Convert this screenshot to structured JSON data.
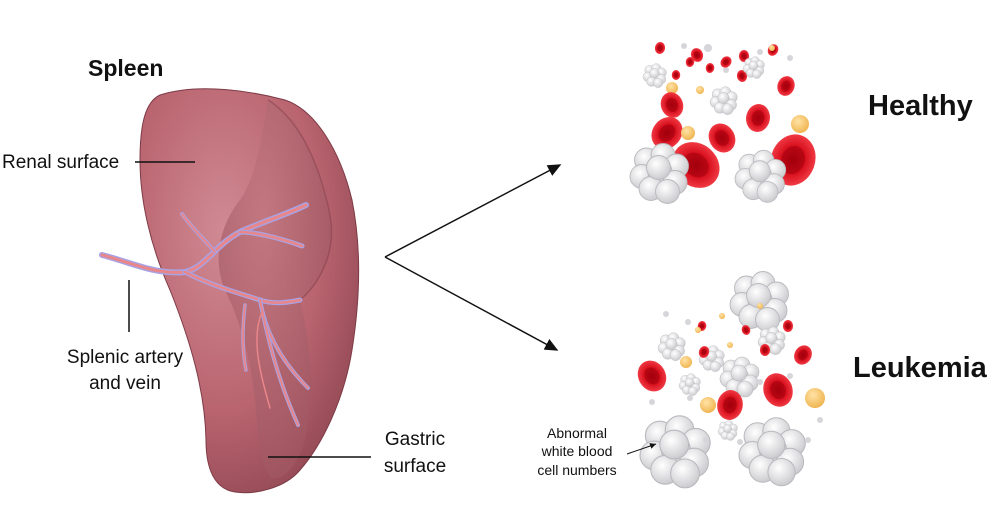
{
  "title": "Spleen",
  "labels": {
    "renal_surface": "Renal surface",
    "splenic_line1": "Splenic artery",
    "splenic_line2": "and vein",
    "gastric_line1": "Gastric",
    "gastric_line2": "surface"
  },
  "conditions": {
    "healthy": "Healthy",
    "leukemia": "Leukemia"
  },
  "annotation": {
    "line1": "Abnormal",
    "line2": "white blood",
    "line3": "cell numbers"
  },
  "colors": {
    "spleen": "#b9646f",
    "spleen_dark": "#8e4652",
    "artery": "#e9868a",
    "vein": "#a9a2e3",
    "rbc": "#d8101e",
    "wbc": "#e3e3e6",
    "platelet": "#f2be62"
  }
}
